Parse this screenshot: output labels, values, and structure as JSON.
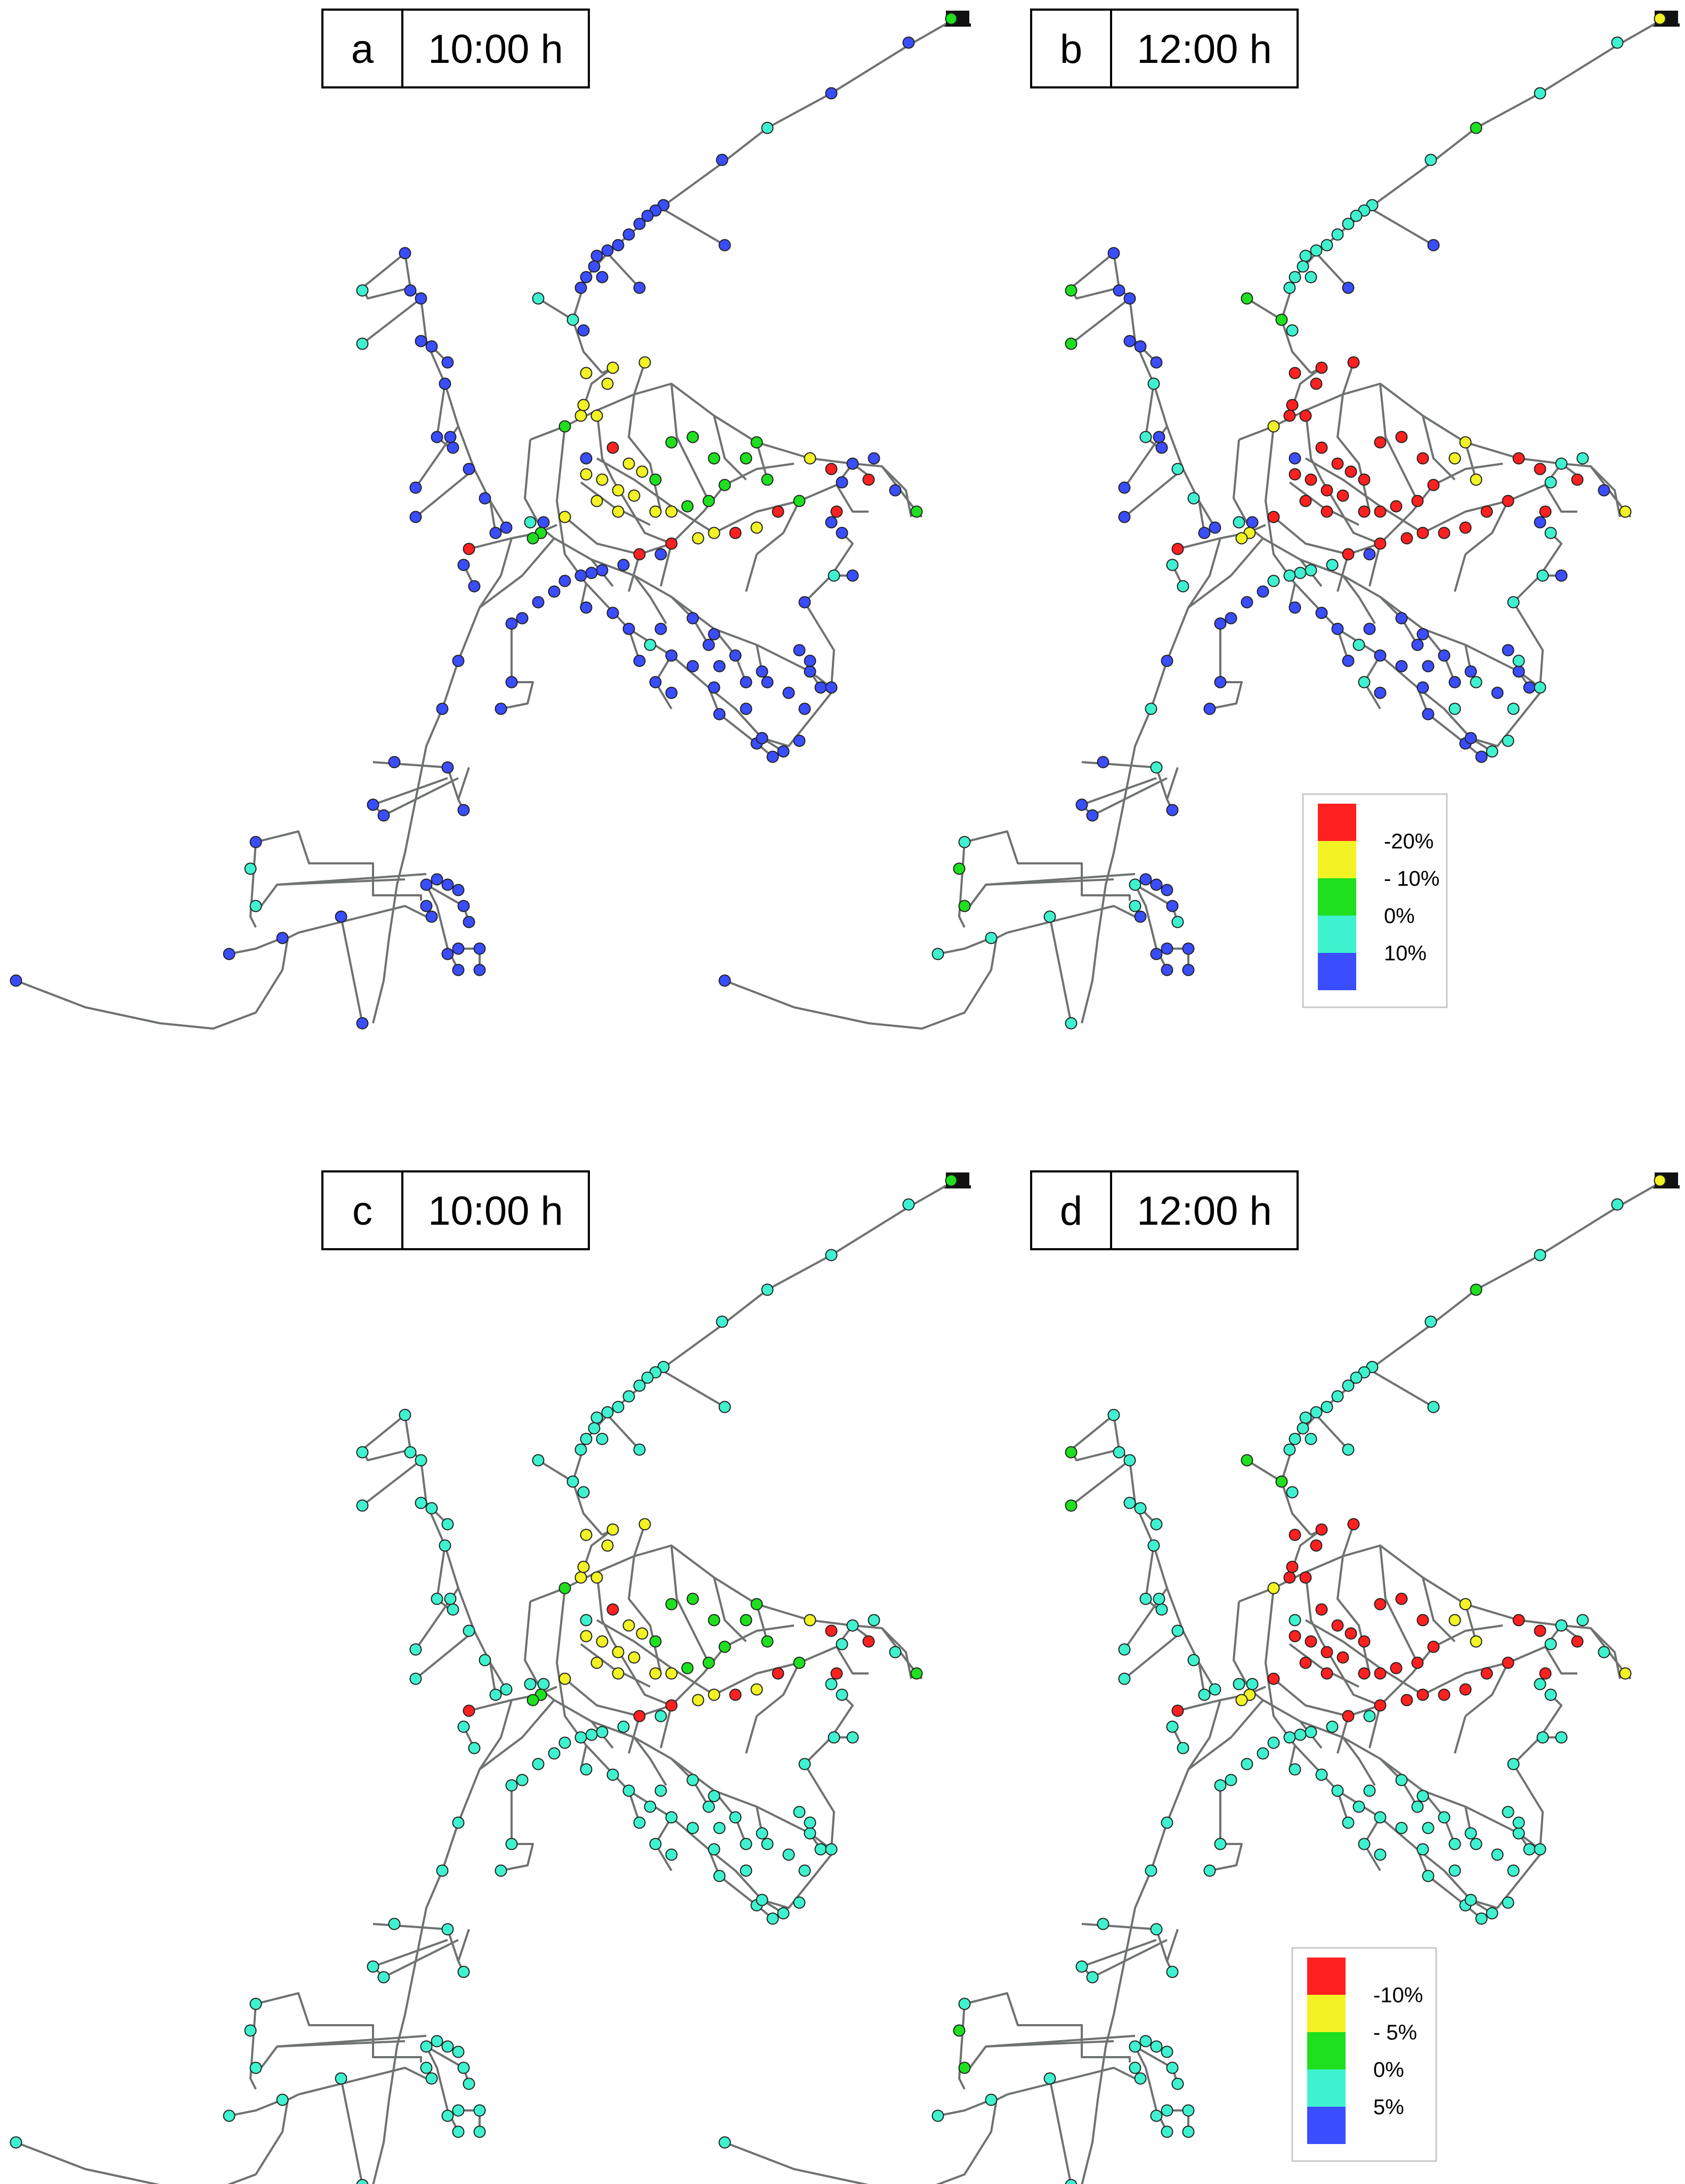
{
  "panels": [
    {
      "letter": "a",
      "time": "10:00 h",
      "scheme": "A"
    },
    {
      "letter": "b",
      "time": "12:00 h",
      "scheme": "B"
    },
    {
      "letter": "c",
      "time": "10:00 h",
      "scheme": "C"
    },
    {
      "letter": "d",
      "time": "12:00 h",
      "scheme": "D"
    }
  ],
  "legends": [
    {
      "panel": "b",
      "labels": [
        "-20%",
        "- 10%",
        "0%",
        "10%"
      ]
    },
    {
      "panel": "d",
      "labels": [
        "-10%",
        "- 5%",
        "0%",
        "5%"
      ]
    }
  ],
  "colors": {
    "red": "#ff2020",
    "yellow": "#f2f224",
    "green": "#1ee01e",
    "cyan": "#3ff2cf",
    "blue": "#3a4dff",
    "pipe": "#6e7270",
    "node_stroke": "#222222"
  }
}
